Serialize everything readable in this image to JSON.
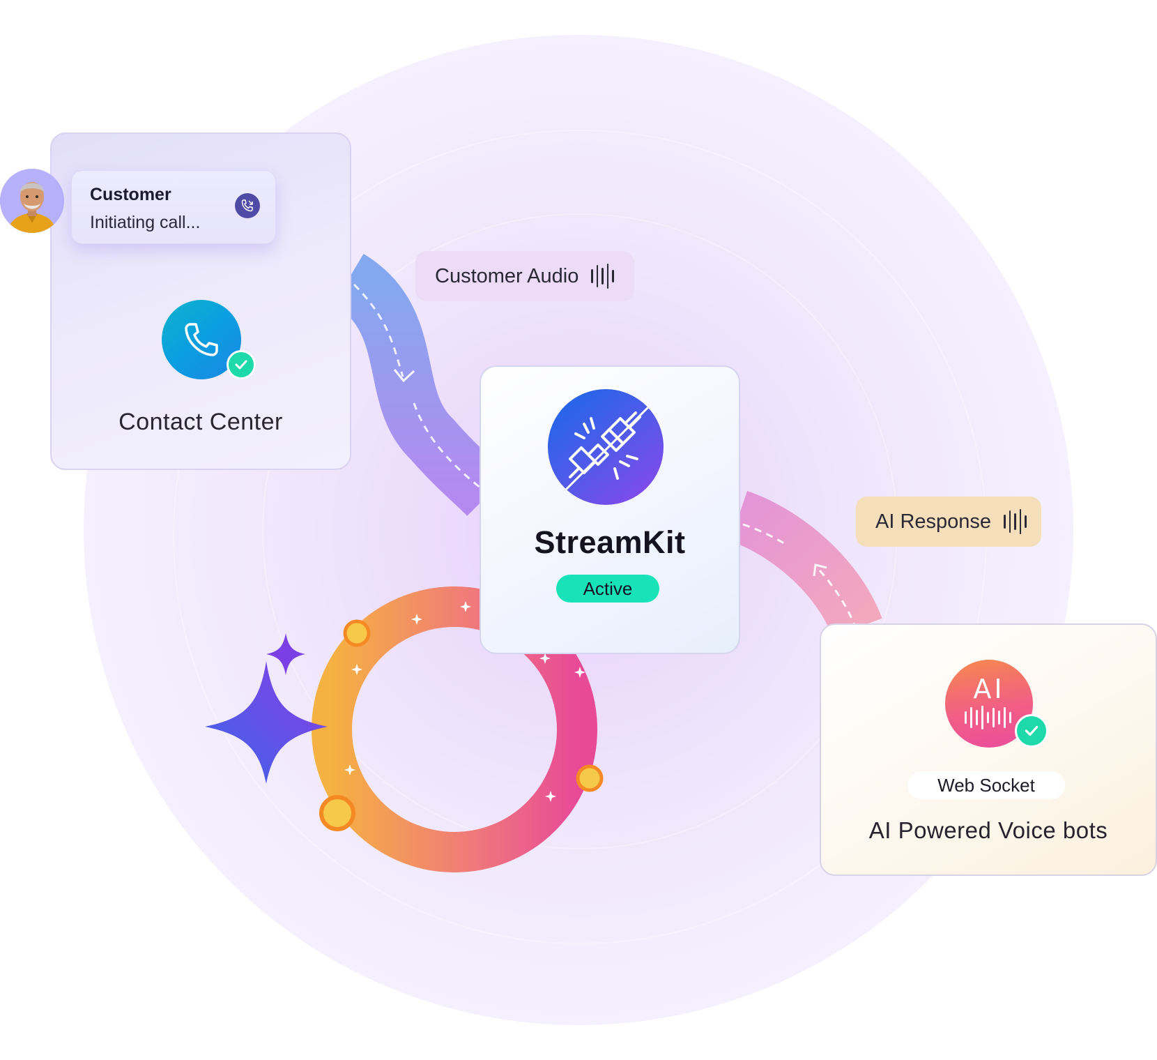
{
  "contact_center": {
    "customer_name": "Customer",
    "customer_status": "Initiating call...",
    "title": "Contact Center"
  },
  "flow_labels": {
    "customer_audio": "Customer Audio",
    "ai_response": "AI Response"
  },
  "streamkit": {
    "title": "StreamKit",
    "status": "Active"
  },
  "ai_bots": {
    "icon_text": "AI",
    "protocol": "Web Socket",
    "title": "AI Powered Voice bots"
  },
  "colors": {
    "active_green": "#18e3b8",
    "audio_tag": "#ecdcf8",
    "ai_tag": "#f5dfbb",
    "streamkit_blue": "#1768e9",
    "streamkit_purple": "#8e46ea"
  },
  "icons": [
    "avatar",
    "incoming-call-icon",
    "phone-icon",
    "check-icon",
    "audio-wave-icon",
    "plug-disconnect-icon",
    "ai-voice-icon",
    "sparkle-icon"
  ]
}
